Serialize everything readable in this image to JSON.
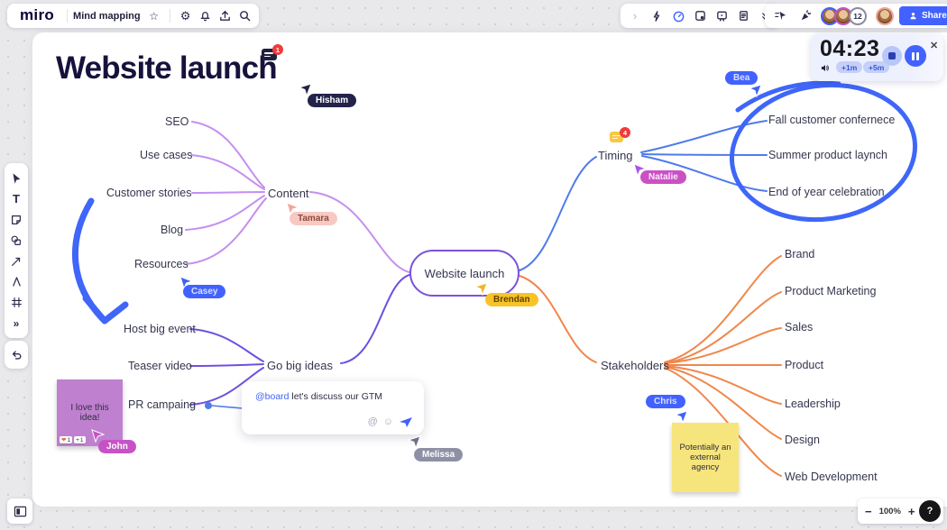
{
  "top_bar": {
    "logo": "miro",
    "board_name": "Mind mapping"
  },
  "collab": {
    "participant_count": "12",
    "share_label": "Share",
    "accent": "#4262ff"
  },
  "timer": {
    "time": "04:23",
    "add_one": "+1m",
    "add_five": "+5m"
  },
  "board": {
    "title": "Website launch",
    "title_comment_count": "1",
    "timing_comment_count": "4",
    "annotation_color": "#3f66f8"
  },
  "mindmap": {
    "root": "Website launch",
    "root_border": "#7b52d8",
    "branches": {
      "content": {
        "label": "Content",
        "color": "#c58ff0",
        "children": [
          "SEO",
          "Use cases",
          "Customer stories",
          "Blog",
          "Resources"
        ]
      },
      "go_big_ideas": {
        "label": "Go big ideas",
        "color": "#7050e0",
        "children": [
          "Host big event",
          "Teaser video",
          "PR campaing"
        ]
      },
      "timing": {
        "label": "Timing",
        "color": "#4f7bea",
        "children": [
          "Fall customer confernece",
          "Summer product laynch",
          "End of year celebration"
        ]
      },
      "stakeholders": {
        "label": "Stakeholders",
        "color": "#f0874b",
        "children": [
          "Brand",
          "Product Marketing",
          "Sales",
          "Product",
          "Leadership",
          "Design",
          "Web Development"
        ]
      }
    }
  },
  "collaborators": {
    "hisham": {
      "name": "Hisham",
      "bg": "#23224a",
      "fg": "#ffffff",
      "cursor": "#23224a"
    },
    "tamara": {
      "name": "Tamara",
      "bg": "#f8c9c2",
      "fg": "#8a4a3c",
      "cursor": "#f0a79b"
    },
    "casey": {
      "name": "Casey",
      "bg": "#4262ff",
      "fg": "#d7e0ff",
      "cursor": "#3f62f5"
    },
    "john": {
      "name": "John",
      "bg": "#c653c6",
      "fg": "#ffffff",
      "cursor": "#c653c6"
    },
    "melissa": {
      "name": "Melissa",
      "bg": "#8f90a6",
      "fg": "#ffffff",
      "cursor": "#6f7087"
    },
    "brendan": {
      "name": "Brendan",
      "bg": "#f7c327",
      "fg": "#5f4300",
      "cursor": "#f0b429"
    },
    "natalie": {
      "name": "Natalie",
      "bg": "#ca51c4",
      "fg": "#ffe9fb",
      "cursor": "#a855e8"
    },
    "bea": {
      "name": "Bea",
      "bg": "#4262ff",
      "fg": "#d7e0ff",
      "cursor": "#3f62f5"
    },
    "chris": {
      "name": "Chris",
      "bg": "#4262ff",
      "fg": "#d7e0ff",
      "cursor": "#3f62f5"
    }
  },
  "stickies": {
    "purple": {
      "text": "I love this idea!",
      "color": "#bf80cf",
      "reactions": [
        {
          "icon": "❤",
          "count": "1"
        },
        {
          "icon": "+",
          "count": "1"
        }
      ]
    },
    "yellow": {
      "text": "Potentially an external agency",
      "color": "#f6e57c"
    }
  },
  "comment_input": {
    "mention": "@board",
    "text": " let's discuss our GTM"
  },
  "zoom_bar": {
    "out": "−",
    "level": "100%",
    "in": "+",
    "help": "?"
  },
  "icons": {
    "top_bar": [
      "star-icon",
      "settings-icon",
      "notifications-icon",
      "upload-icon",
      "search-icon"
    ],
    "collab_bar": [
      "chevron-right-icon",
      "quick-actions-icon",
      "timer-icon",
      "frame-export-icon",
      "presentation-icon",
      "notes-icon",
      "collapse-icon",
      "hide-collaborator-cursors-icon",
      "celebrate-icon"
    ],
    "left_toolbar": [
      "select-icon",
      "text-icon",
      "sticky-note-icon",
      "shapes-icon",
      "connection-line-icon",
      "pen-icon",
      "frame-icon",
      "more-tools-icon",
      "undo-icon"
    ],
    "misc": [
      "frames-panel-icon",
      "help-icon",
      "mute-icon",
      "stop-timer-icon",
      "pause-timer-icon",
      "close-icon",
      "comment-icon",
      "mention-icon",
      "emoji-icon",
      "send-icon"
    ]
  }
}
